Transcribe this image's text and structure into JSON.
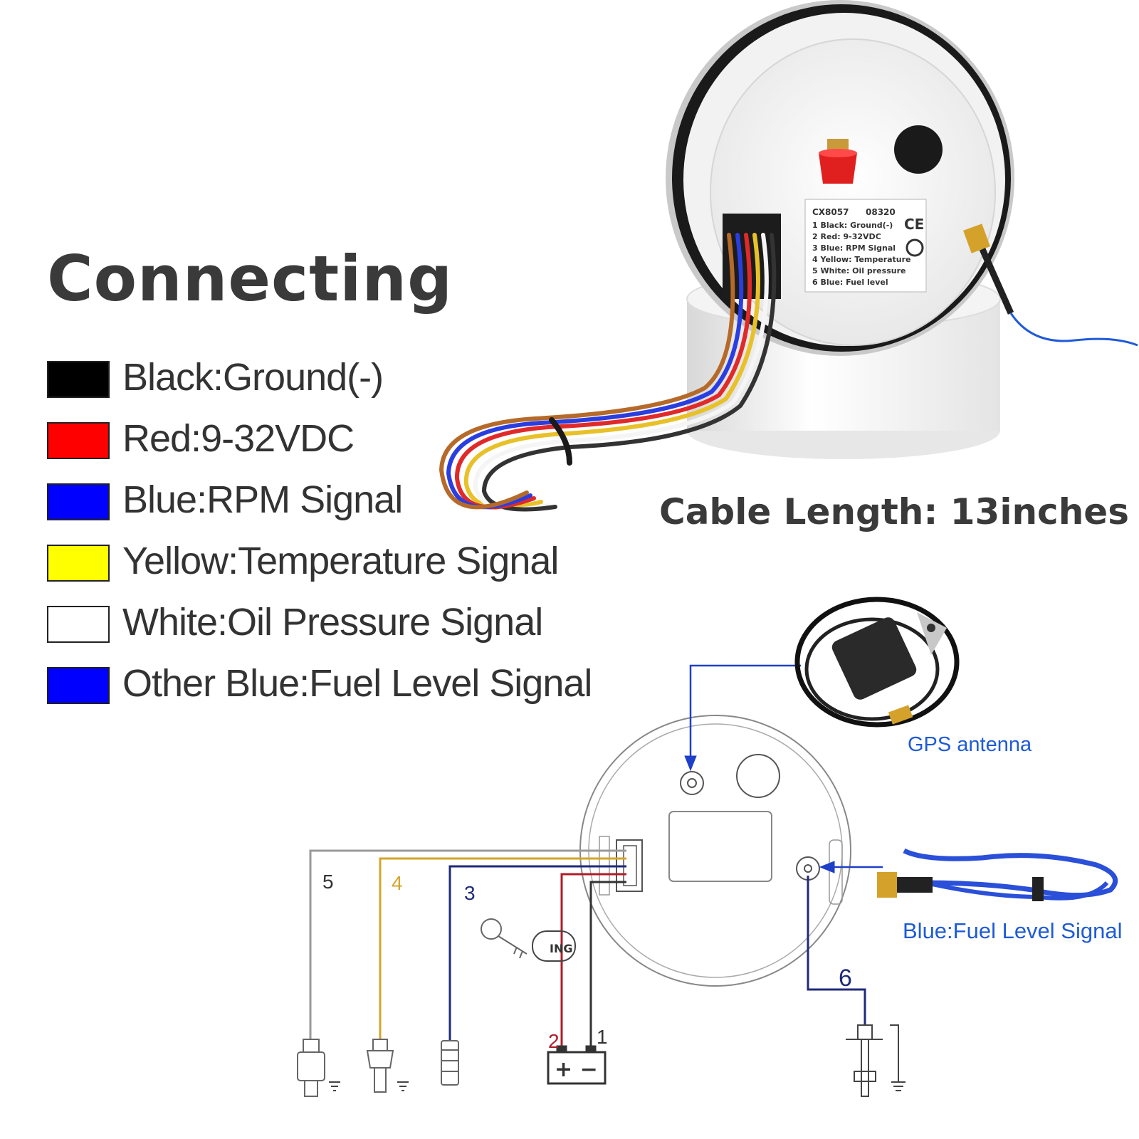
{
  "title": "Connecting",
  "legend": [
    {
      "color": "#000000",
      "label": "Black:Ground(-)"
    },
    {
      "color": "#ff0000",
      "label": "Red:9-32VDC"
    },
    {
      "color": "#0000ff",
      "label": "Blue:RPM Signal"
    },
    {
      "color": "#ffff00",
      "label": "Yellow:Temperature Signal"
    },
    {
      "color": "#ffffff",
      "label": "White:Oil Pressure Signal"
    },
    {
      "color": "#0000ff",
      "label": "Other Blue:Fuel Level Signal"
    }
  ],
  "cable_length": "Cable Length:  13inches",
  "sticker": {
    "model": "CX8057",
    "code": "08320",
    "ce": "CE",
    "lines": [
      "1 Black: Ground(-)",
      "2 Red: 9-32VDC",
      "3 Blue: RPM Signal",
      "4 Yellow: Temperature",
      "5 White: Oil pressure",
      "6 Blue: Fuel level"
    ]
  },
  "gps_antenna_label": "GPS antenna",
  "fuel_signal_label": "Blue:Fuel Level Signal",
  "wire_numbers": [
    "1",
    "2",
    "3",
    "4",
    "5",
    "6"
  ],
  "ignition_label": "ING",
  "battery_symbol": "+ −",
  "colors": {
    "wire_white": "#9a9a9a",
    "wire_yellow": "#d4a52a",
    "wire_blue": "#1f2a7a",
    "wire_red": "#b01c2a",
    "wire_black": "#333333",
    "label_blue": "#1e5bd6"
  }
}
